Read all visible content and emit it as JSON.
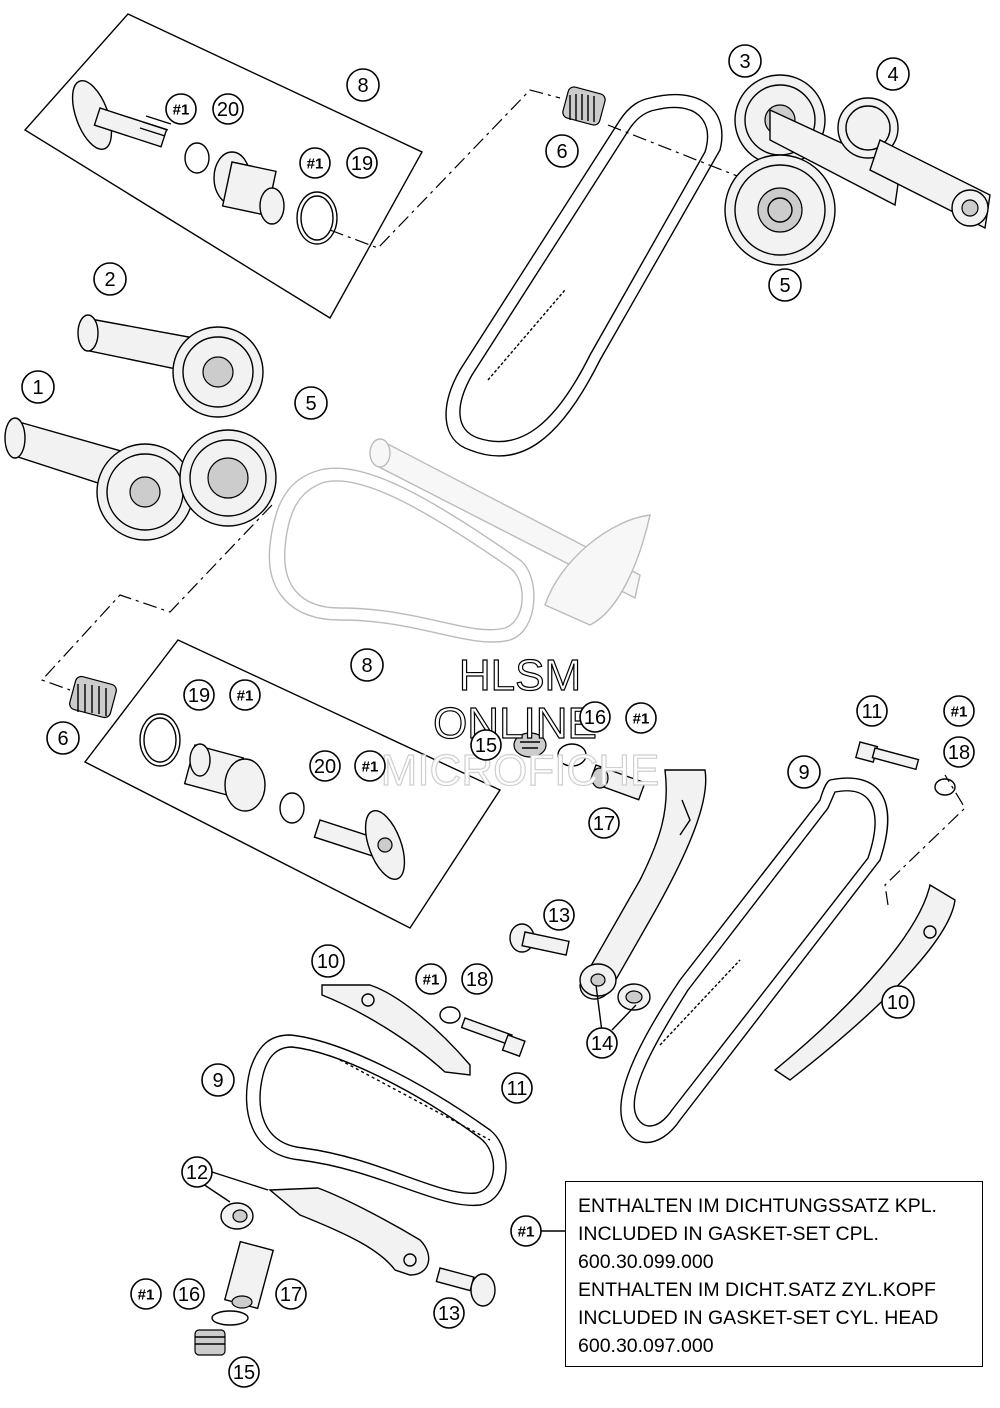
{
  "watermark": {
    "line1": "HLSM",
    "line2": "ONLINE",
    "line3": "MICROFICHE"
  },
  "callouts": {
    "c1": "1",
    "c2": "2",
    "c3": "3",
    "c4": "4",
    "c5a": "5",
    "c5b": "5",
    "c6a": "6",
    "c6b": "6",
    "c8a": "8",
    "c8b": "8",
    "c9a": "9",
    "c9b": "9",
    "c10a": "10",
    "c10b": "10",
    "c11a": "11",
    "c11b": "11",
    "c12": "12",
    "c13a": "13",
    "c13b": "13",
    "c14": "14",
    "c15a": "15",
    "c15b": "15",
    "c16a": "16",
    "c16b": "16",
    "c17a": "17",
    "c17b": "17",
    "c18a": "18",
    "c18b": "18",
    "c19a": "19",
    "c19b": "19",
    "c20a": "20",
    "c20b": "20",
    "h1": "#1",
    "h2": "#1",
    "h3": "#1",
    "h4": "#1",
    "h5": "#1",
    "h6": "#1",
    "h7": "#1",
    "h8": "#1",
    "h9": "#1"
  },
  "legend": {
    "marker": "#1",
    "line1": "ENTHALTEN IM DICHTUNGSSATZ KPL.",
    "line2": "INCLUDED IN GASKET-SET CPL.",
    "line3": "600.30.099.000",
    "line4": "ENTHALTEN IM DICHT.SATZ ZYL.KOPF",
    "line5": "INCLUDED IN GASKET-SET CYL. HEAD",
    "line6": "600.30.097.000"
  }
}
